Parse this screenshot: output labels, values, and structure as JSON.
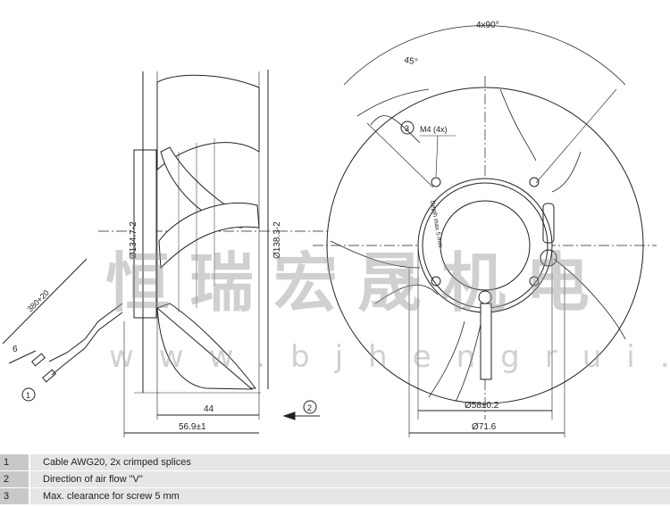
{
  "drawing": {
    "side_view": {
      "dim_inner_dia": "Ø134.7-2",
      "dim_outer_dia": "Ø138.3-2",
      "dim_cable_length": "380+20",
      "dim_strip": "6",
      "dim_44": "44",
      "dim_width": "56.9±1",
      "callout_1": "1",
      "callout_2": "2"
    },
    "front_view": {
      "angle_4x90": "4x90°",
      "angle_45": "45°",
      "callout_3": "3",
      "thread": "M4 (4x)",
      "dim_58": "Ø58±0.2",
      "dim_71": "Ø71.6",
      "hub_text": "Depth max 5 mm"
    },
    "watermark": {
      "cn": "恒瑞宏晟机电",
      "url": "www.bjhengrui.cn"
    }
  },
  "legend": [
    {
      "num": "1",
      "text": "Cable AWG20, 2x crimped splices"
    },
    {
      "num": "2",
      "text": "Direction of air flow \"V\""
    },
    {
      "num": "3",
      "text": "Max. clearance for screw 5 mm"
    }
  ]
}
